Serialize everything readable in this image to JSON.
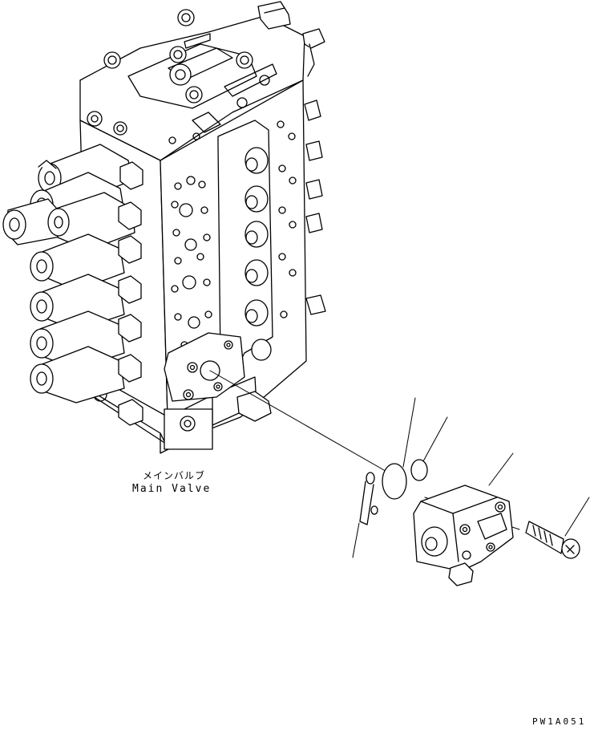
{
  "labels": {
    "main_valve_jp": "メインバルブ",
    "main_valve_en": "Main Valve",
    "drawing_code": "PW1A051"
  },
  "style": {
    "line_color": "#000000",
    "background": "#ffffff"
  }
}
